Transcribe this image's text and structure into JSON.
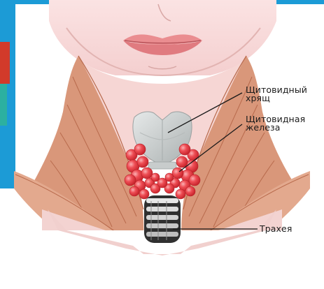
{
  "labels": {
    "thyroid_cartilage": "Щитовидный\nхрящ",
    "thyroid_gland": "Щитовидная\nжелеза",
    "trachea": "Трахея"
  },
  "colors": {
    "skin": "#f7d9d9",
    "skin_shadow": "#e8b9b3",
    "muscle": "#d99777",
    "muscle_dark": "#b86a4c",
    "lips": "#e98a8c",
    "cartilage": "#cfd3d3",
    "gland": "#e8444a",
    "trachea": "#d8d8d8",
    "background_left": "#1c9bd6",
    "leader_line": "#1a1a1a"
  }
}
